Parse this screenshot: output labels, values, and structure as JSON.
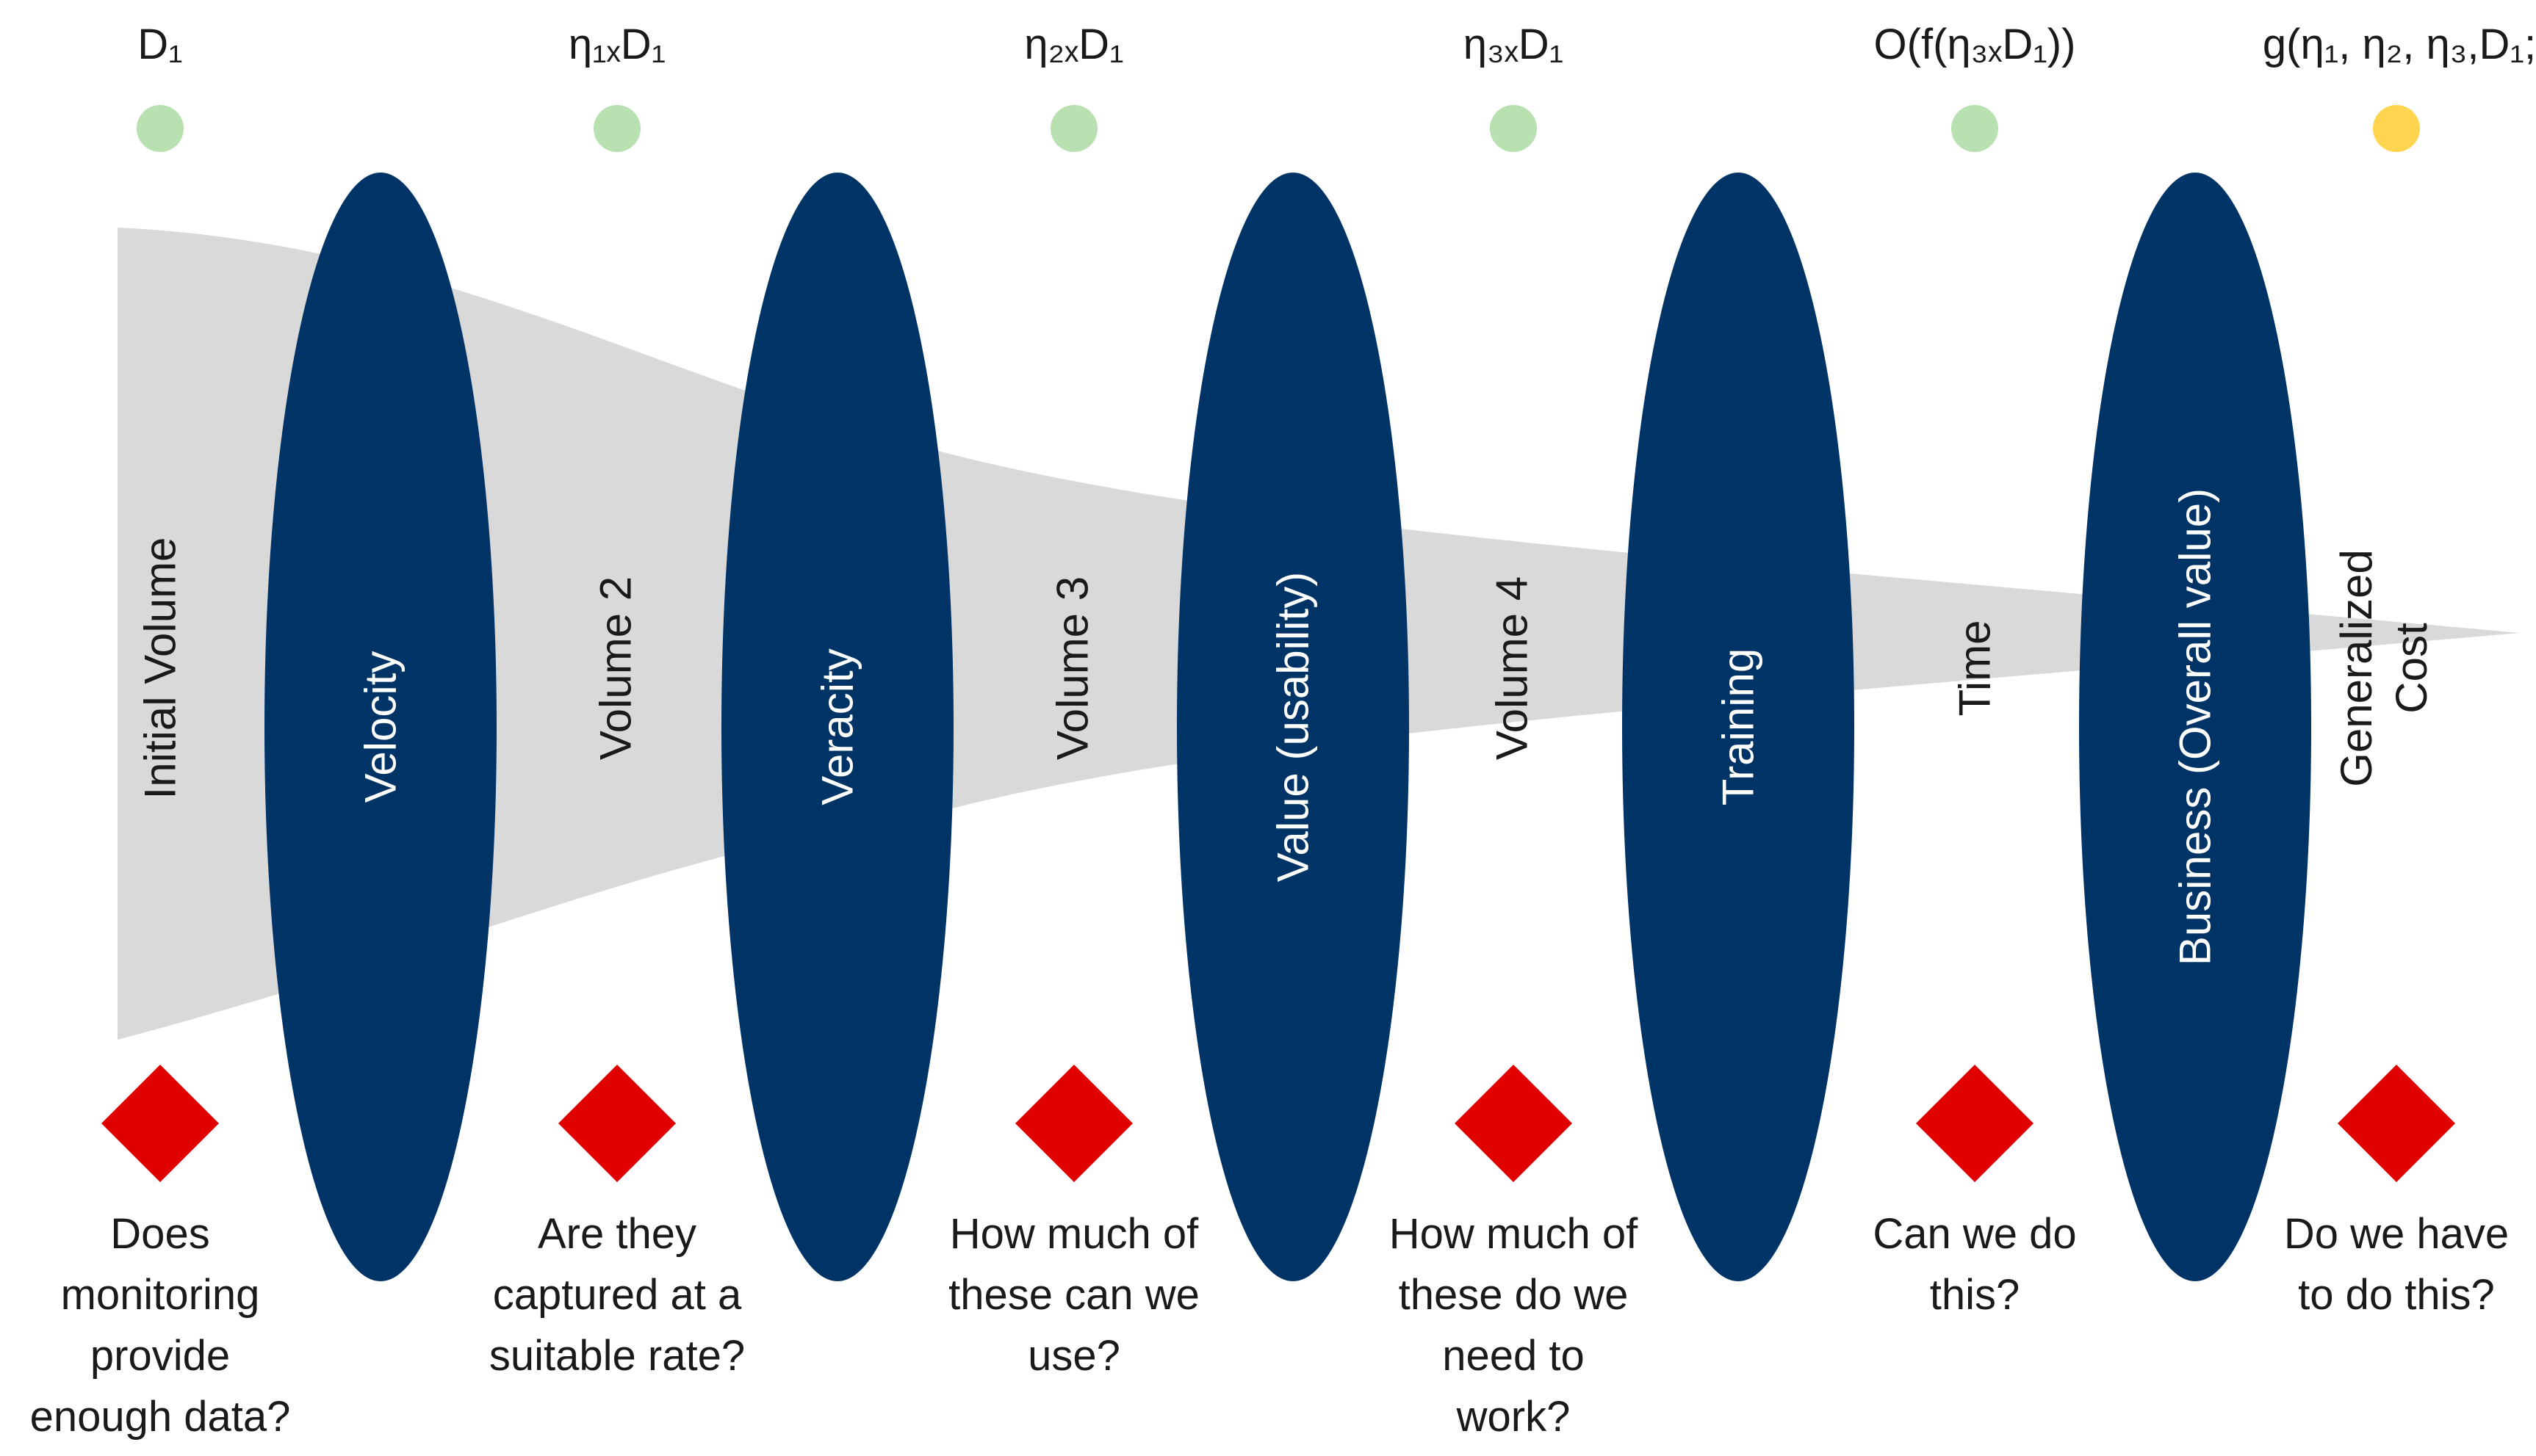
{
  "colors": {
    "funnel": "#d9d9d9",
    "ellipse": "#003366",
    "dot_green": "#b8e0b0",
    "dot_yellow": "#ffd54f",
    "diamond": "#e00000"
  },
  "stages": [
    {
      "formula": [
        "D",
        "₁"
      ],
      "volume_label": [
        "Initial Volume"
      ],
      "question": [
        "Does",
        "monitoring",
        "provide",
        "enough data?"
      ],
      "dot": "green"
    },
    {
      "formula": [
        "η",
        "₁",
        "ₓ",
        "D",
        "₁"
      ],
      "volume_label": [
        "Volume 2"
      ],
      "question": [
        "Are they",
        "captured at a",
        "suitable rate?"
      ],
      "dot": "green"
    },
    {
      "formula": [
        "η",
        "₂",
        "ₓ",
        "D",
        "₁"
      ],
      "volume_label": [
        "Volume 3"
      ],
      "question": [
        "How much of",
        "these can we",
        "use?"
      ],
      "dot": "green"
    },
    {
      "formula": [
        "η",
        "₃",
        "ₓ",
        "D",
        "₁"
      ],
      "volume_label": [
        "Volume 4"
      ],
      "question": [
        "How much of",
        "these do we",
        "need to",
        "work?"
      ],
      "dot": "green"
    },
    {
      "formula": [
        "O(f(η",
        "₃",
        "ₓ",
        "D",
        "₁",
        "))"
      ],
      "volume_label": [
        "Time"
      ],
      "question": [
        "Can we do",
        "this?"
      ],
      "dot": "green"
    },
    {
      "formula": [
        "g(η",
        "₁",
        ", η",
        "₂",
        ", η",
        "₃",
        ",D",
        "₁",
        ";B)"
      ],
      "volume_label": [
        "Generalized",
        "Cost"
      ],
      "question": [
        "Do we have",
        "to do this?"
      ],
      "dot": "yellow"
    }
  ],
  "filters": [
    {
      "label": "Velocity"
    },
    {
      "label": "Veracity"
    },
    {
      "label": "Value (usability)"
    },
    {
      "label": "Training"
    },
    {
      "label": "Business (Overall value)"
    }
  ]
}
